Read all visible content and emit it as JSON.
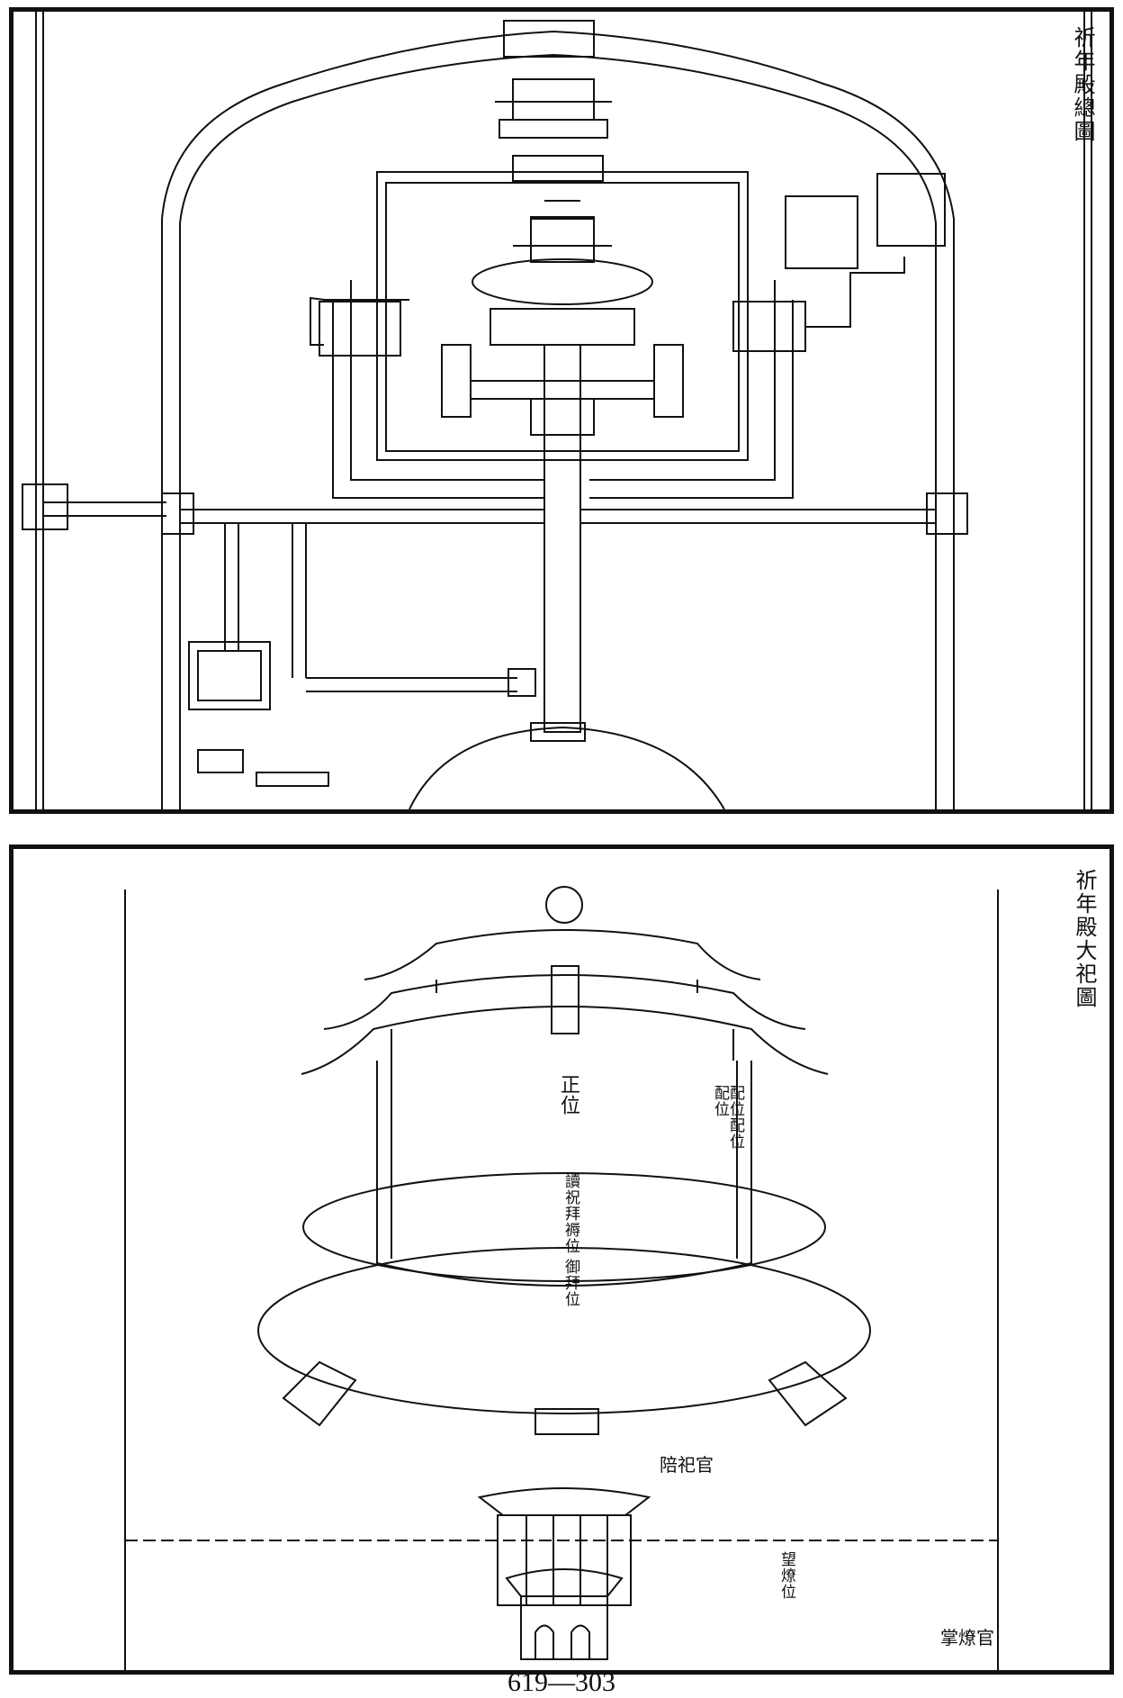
{
  "top_figure": {
    "title": "祈年殿總圖"
  },
  "bottom_figure": {
    "title": "祈年殿大祀圖",
    "labels": {
      "main_position": "正位",
      "assoc_positions": "配位配位配位",
      "reading_prayer": "讀祝拜褥位",
      "emperor_position": "御拜位",
      "attending_officials": "陪祀官",
      "burning_watch": "望燎位",
      "burning_official": "掌燎官"
    }
  },
  "page_number": "619—303"
}
